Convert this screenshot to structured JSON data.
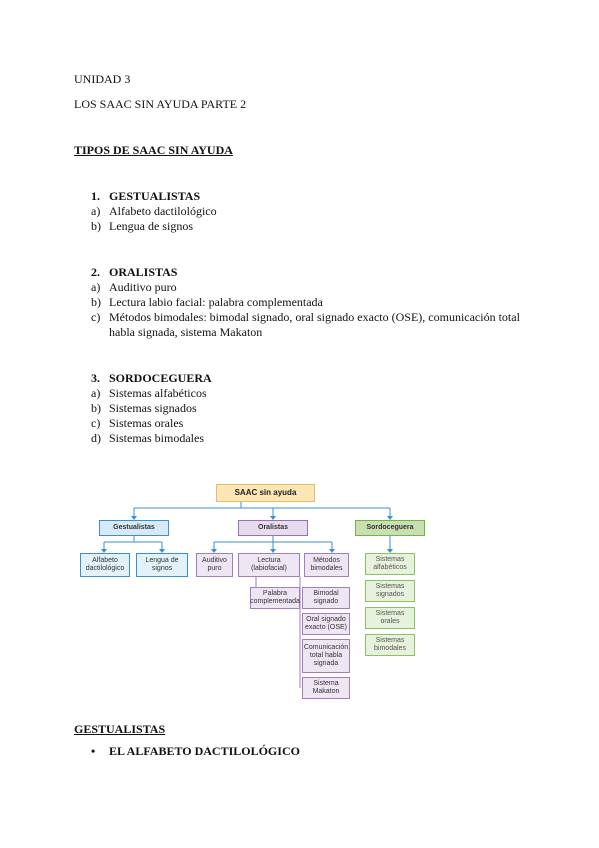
{
  "header": {
    "unit": "UNIDAD 3",
    "subtitle": "LOS SAAC SIN AYUDA PARTE 2"
  },
  "section_title": "TIPOS DE SAAC SIN AYUDA",
  "sections": [
    {
      "number": "1.",
      "title": "GESTUALISTAS",
      "items": [
        {
          "letter": "a)",
          "text": "Alfabeto dactilológico"
        },
        {
          "letter": "b)",
          "text": "Lengua de signos"
        }
      ]
    },
    {
      "number": "2.",
      "title": "ORALISTAS",
      "items": [
        {
          "letter": "a)",
          "text": "Auditivo puro"
        },
        {
          "letter": "b)",
          "text": "Lectura labio facial: palabra complementada"
        },
        {
          "letter": "c)",
          "text": "Métodos bimodales: bimodal signado, oral signado exacto (OSE), comunicación total",
          "text2": "habla signada, sistema Makaton"
        }
      ]
    },
    {
      "number": "3.",
      "title": "SORDOCEGUERA",
      "items": [
        {
          "letter": "a)",
          "text": "Sistemas alfabéticos"
        },
        {
          "letter": "b)",
          "text": "Sistemas signados"
        },
        {
          "letter": "c)",
          "text": "Sistemas orales"
        },
        {
          "letter": "d)",
          "text": "Sistemas bimodales"
        }
      ]
    }
  ],
  "diagram": {
    "root": "SAAC sin ayuda",
    "colors": {
      "blue": "#3b8fd0",
      "purple": "#9a6eb8",
      "green": "#76b24a",
      "root": "#fbe6b4"
    },
    "groups": {
      "gestualistas": {
        "label": "Gestualistas",
        "children": [
          "Alfabeto dactilológico",
          "Lengua de signos"
        ]
      },
      "oralistas": {
        "label": "Oralistas",
        "children": [
          "Auditivo puro",
          "Lectura (labiofacial)",
          "Métodos bimodales"
        ],
        "lectura_sub": "Palabra complementada",
        "metodos_sub": [
          "Bimodal signado",
          "Oral signado exacto (OSE)",
          "Comunicación total habla signada",
          "Sistema Makaton"
        ]
      },
      "sordoceguera": {
        "label": "Sordoceguera",
        "children": [
          "Sistemas alfabéticos",
          "Sistemas signados",
          "Sistemas orales",
          "Sistemas bimodales"
        ]
      }
    }
  },
  "bottom": {
    "section_title": "GESTUALISTAS",
    "bullet": "•",
    "bullet_text": "EL ALFABETO DACTILOLÓGICO"
  }
}
